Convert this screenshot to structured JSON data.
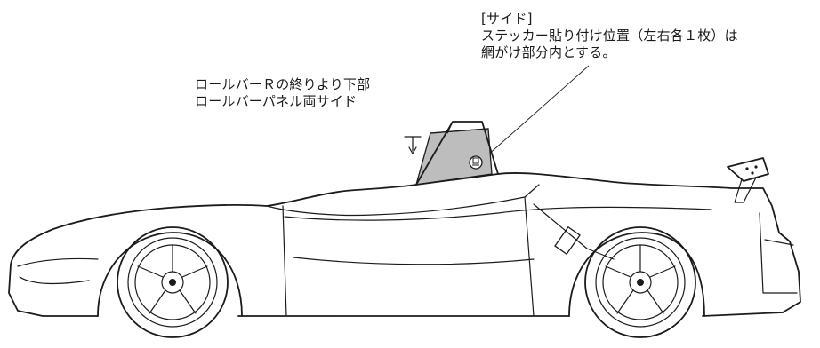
{
  "annotations": {
    "side_note": {
      "heading": "[サイド]",
      "line1": "ステッカー貼り付け位置（左右各１枚）は",
      "line2": "網がけ部分内とする。"
    },
    "rollbar_note": {
      "line1": "ロールバーＲの終りより下部",
      "line2": "ロールバーパネル両サイド"
    }
  },
  "colors": {
    "line": "#1b1b1b",
    "sticker_area_fill": "#bdbdbd",
    "background": "#ffffff"
  },
  "icons": {
    "sticker_marker": "sticker-icon",
    "boundary_arrow": "down-arrow-icon"
  }
}
